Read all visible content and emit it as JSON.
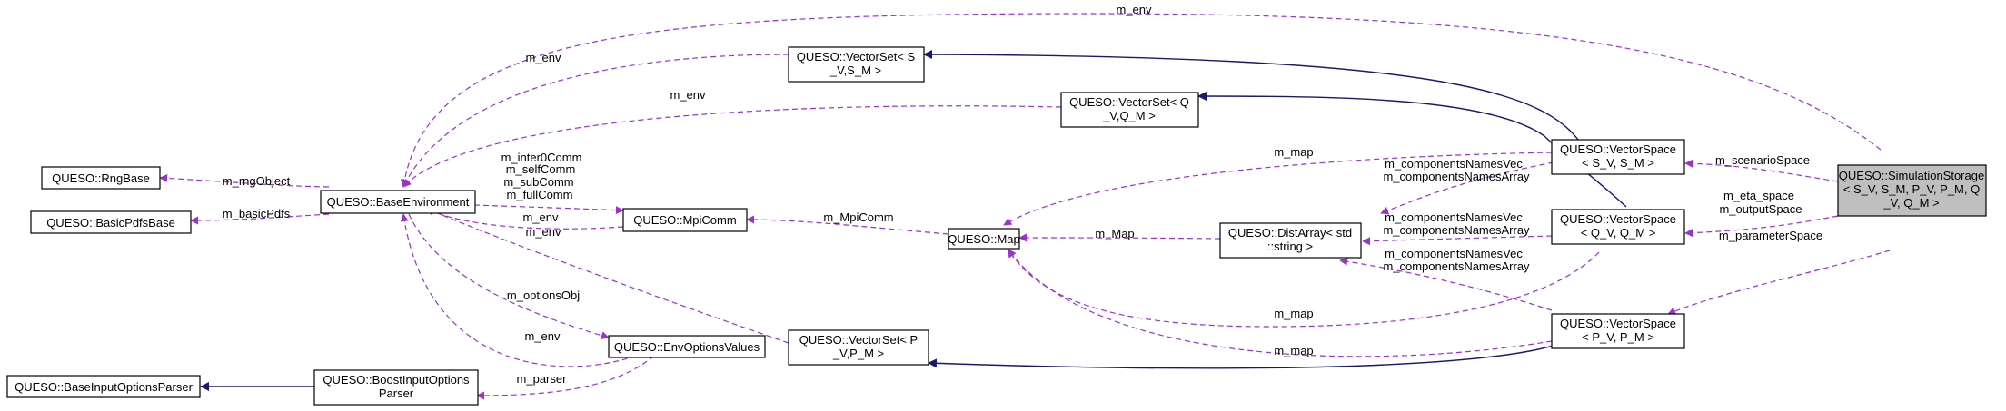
{
  "nodes": {
    "sim": [
      "QUESO::SimulationStorage",
      "< S_V, S_M, P_V, P_M, Q",
      "_V, Q_M >"
    ],
    "vs_s": [
      "QUESO::VectorSpace",
      "< S_V, S_M >"
    ],
    "vs_q": [
      "QUESO::VectorSpace",
      "< Q_V, Q_M >"
    ],
    "vs_p": [
      "QUESO::VectorSpace",
      "< P_V, P_M >"
    ],
    "vset_s": [
      "QUESO::VectorSet< S",
      "_V,S_M >"
    ],
    "vset_q": [
      "QUESO::VectorSet< Q",
      "_V,Q_M >"
    ],
    "vset_p": [
      "QUESO::VectorSet< P",
      "_V,P_M >"
    ],
    "distarray": [
      "QUESO::DistArray< std",
      "::string >"
    ],
    "map": [
      "QUESO::Map"
    ],
    "mpicomm": [
      "QUESO::MpiComm"
    ],
    "baseenv": [
      "QUESO::BaseEnvironment"
    ],
    "rngbase": [
      "QUESO::RngBase"
    ],
    "basicpdfs": [
      "QUESO::BasicPdfsBase"
    ],
    "envopts": [
      "QUESO::EnvOptionsValues"
    ],
    "boostparser": [
      "QUESO::BoostInputOptions",
      "Parser"
    ],
    "baseparser": [
      "QUESO::BaseInputOptionsParser"
    ]
  },
  "edge_labels": {
    "m_env_top": "m_env",
    "m_env_vset_s": "m_env",
    "m_env_vset_q": "m_env",
    "m_scenario": "m_scenarioSpace",
    "m_eta": "m_eta_space",
    "m_output": "m_outputSpace",
    "m_parameter": "m_parameterSpace",
    "m_map_s": "m_map",
    "m_map_q": "m_map",
    "m_map_p": "m_map",
    "m_comp_s_1": "m_componentsNamesVec",
    "m_comp_s_2": "m_componentsNamesArray",
    "m_comp_q_1": "m_componentsNamesVec",
    "m_comp_q_2": "m_componentsNamesArray",
    "m_comp_p_1": "m_componentsNamesVec",
    "m_comp_p_2": "m_componentsNamesArray",
    "m_Map": "m_Map",
    "m_MpiComm": "m_MpiComm",
    "m_comms_1": "m_inter0Comm",
    "m_comms_2": "m_selfComm",
    "m_comms_3": "m_subComm",
    "m_comms_4": "m_fullComm",
    "m_env_mpi": "m_env",
    "m_env_vset_p": "m_env",
    "m_rngObject": "m_rngObject",
    "m_basicPdfs": "m_basicPdfs",
    "m_optionsObj": "m_optionsObj",
    "m_env_envopts": "m_env",
    "m_parser": "m_parser"
  },
  "colors": {
    "usage_edge": "#9a32cd",
    "inheritance_edge": "#191970",
    "focus_node_fill": "#bfbfbf"
  }
}
